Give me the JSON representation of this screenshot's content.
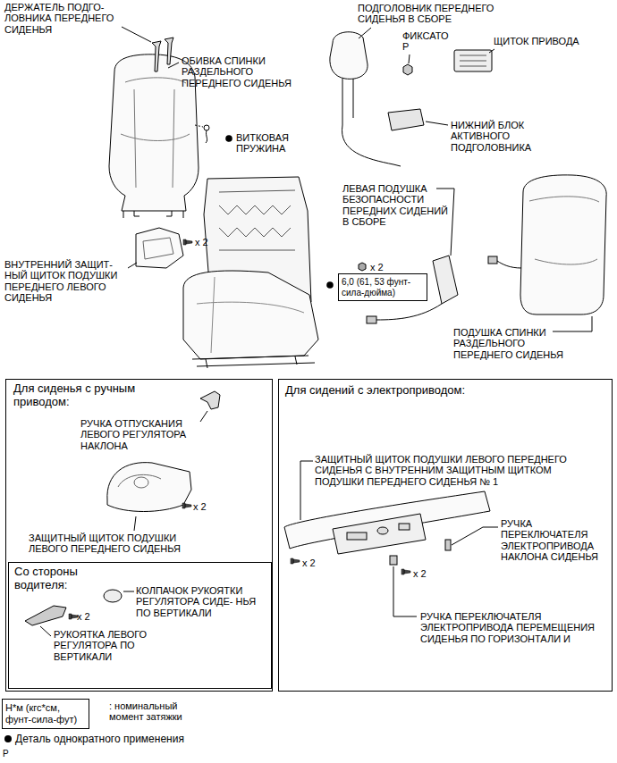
{
  "diagram": {
    "nodes": [
      {
        "text": [
          "6,0 (61, 53 фунт- сила-дюйма)"
        ]
      },
      {
        "text": [
          "Для сиденья с ручным приводом:"
        ]
      },
      {
        "text": [
          "Со стороны водителя:"
        ],
        "in": 1
      },
      {
        "text": [
          "Для сидений с электроприводом:"
        ]
      },
      {
        "text": [
          "Н*м (кгс*см, фунт-сила-фут)"
        ]
      }
    ],
    "labels": [
      "ДЕРЖАТЕЛЬ ПОДГО- ЛОВНИКА ПЕРЕДНЕГО СИДЕНЬЯ",
      "ПОДГОЛОВНИК ПЕРЕДНЕГО СИДЕНЬЯ В СБОРЕ",
      "ФИКСАТО Р",
      "ЩИТОК ПРИВОДА",
      "ОБИВКА СПИНКИ РАЗДЕЛЬНОГО ПЕРЕДНЕГО СИДЕНЬЯ",
      "НИЖНИЙ БЛОК АКТИВНОГО ПОДГОЛОВНИКА",
      "ВИТКОВАЯ ПРУЖИНА",
      "ЛЕВАЯ ПОДУШКА БЕЗОПАСНОСТИ ПЕРЕДНИХ СИДЕНИЙ В СБОРЕ",
      "x 2",
      "ВНУТРЕННИЙ ЗАЩИТ- НЫЙ ЩИТОК ПОДУШКИ ПЕРЕДНЕГО ЛЕВОГО СИДЕНЬЯ",
      "x 2",
      "ПОДУШКА СПИНКИ РАЗДЕЛЬНОГО ПЕРЕДНЕГО СИДЕНЬЯ",
      "РУЧКА ОТПУСКАНИЯ ЛЕВОГО РЕГУЛЯТОРА НАКЛОНА",
      "x 2",
      "ЗАЩИТНЫЙ ЩИТОК ПОДУШКИ ЛЕВОГО ПЕРЕДНЕГО СИДЕНЬЯ",
      "КОЛПАЧОК РУКОЯТКИ РЕГУЛЯТОРА СИДЕ- НЬЯ ПО ВЕРТИКАЛИ",
      "x 2",
      "РУКОЯТКА ЛЕВОГО РЕГУЛЯТОРА ПО ВЕРТИКАЛИ",
      "ЗАЩИТНЫЙ ЩИТОК ПОДУШКИ ЛЕВОГО ПЕРЕДНЕГО СИДЕНЬЯ С ВНУТРЕННИМ ЗАЩИТНЫМ ЩИТКОМ ПОДУШКИ ПЕРЕДНЕГО СИДЕНЬЯ № 1",
      "РУЧКА ПЕРЕКЛЮЧАТЕЛЯ ЭЛЕКТРОПРИВОДА НАКЛОНА СИДЕНЬЯ",
      "x 2",
      "x 2",
      "РУЧКА ПЕРЕКЛЮЧАТЕЛЯ ЭЛЕКТРОПРИВОДА ПЕРЕМЕЩЕНИЯ СИДЕНЬЯ ПО ГОРИЗОНТАЛИ И",
      ": номинальный момент затяжки",
      "P"
    ],
    "legend": [
      {
        "text": "Деталь однократного применения"
      }
    ]
  }
}
